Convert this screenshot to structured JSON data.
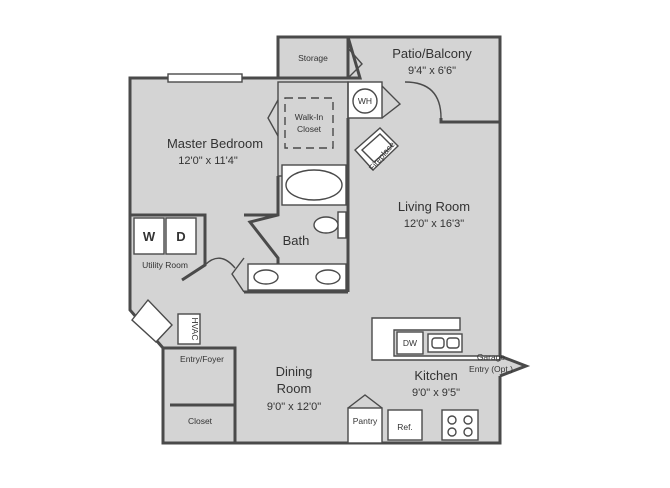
{
  "rooms": {
    "storage": "Storage",
    "patio": {
      "name": "Patio/Balcony",
      "dims": "9'4\" x 6'6\""
    },
    "wh": "WH",
    "closet_walkin_1": "Walk-In",
    "closet_walkin_2": "Closet",
    "fireplace": "Fireplace",
    "master": {
      "name": "Master Bedroom",
      "dims": "12'0\" x 11'4\""
    },
    "living": {
      "name": "Living Room",
      "dims": "12'0\" x 16'3\""
    },
    "bath": "Bath",
    "utility": "Utility Room",
    "hvac": "HVAC",
    "entry": "Entry/Foyer",
    "closet": "Closet",
    "dining": {
      "name_1": "Dining",
      "name_2": "Room",
      "dims": "9'0\" x 12'0\""
    },
    "kitchen": {
      "name": "Kitchen",
      "dims": "9'0\" x 9'5\""
    },
    "garage_1": "Garage",
    "garage_2": "Entry (Opt.)",
    "pantry": "Pantry",
    "ref": "Ref.",
    "dw": "DW"
  },
  "appliances": {
    "washer": "W",
    "dryer": "D"
  }
}
